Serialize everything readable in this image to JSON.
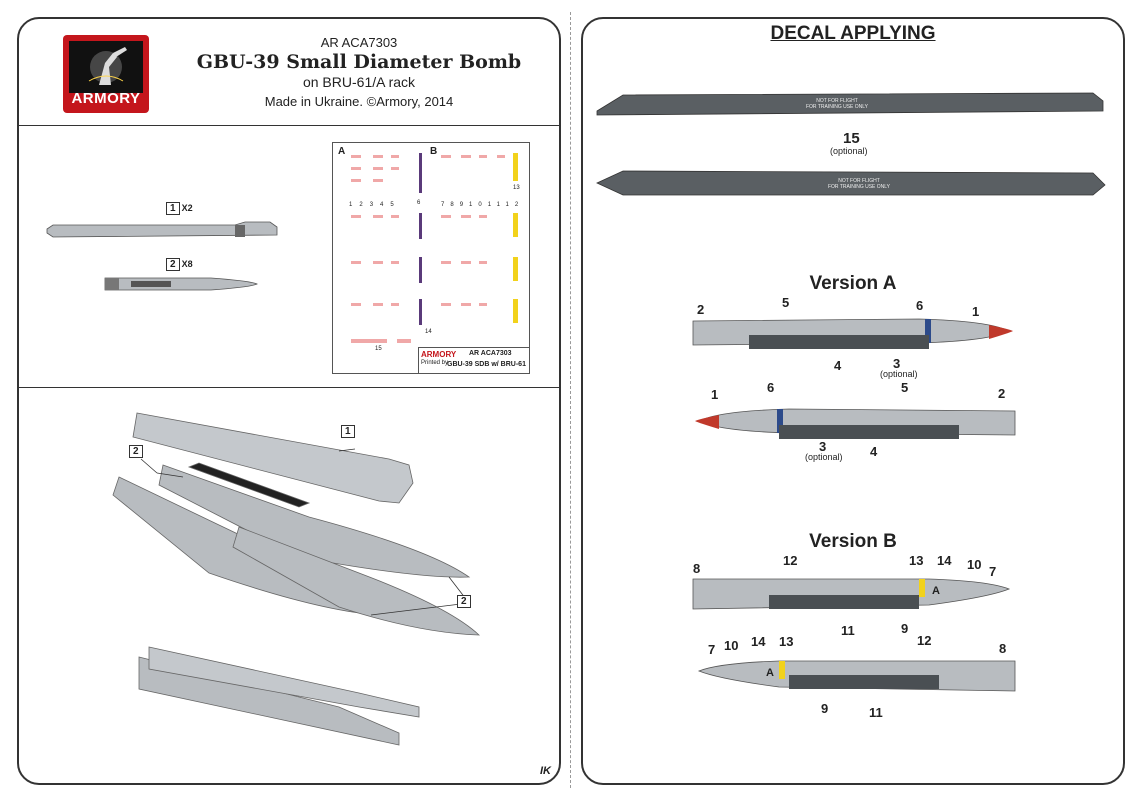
{
  "header": {
    "code": "AR ACA7303",
    "title": "GBU-39 Small Diameter Bomb",
    "subtitle": "on BRU-61/A rack",
    "made": "Made in Ukraine. ©Armory, 2014",
    "logo_text": "ARMORY"
  },
  "parts": {
    "part1": "1",
    "part1_qty": "X2",
    "part2": "2",
    "part2_qty": "X8"
  },
  "decal_sheet": {
    "section_a": "A",
    "section_b": "B",
    "nums_a": [
      "1",
      "2",
      "3",
      "4",
      "5",
      "6"
    ],
    "nums_b": [
      "7",
      "8",
      "9",
      "10",
      "11",
      "12",
      "13"
    ],
    "num14": "14",
    "num15": "15",
    "brand": "ARMORY",
    "printed": "Printed by",
    "code": "AR ACA7303",
    "name": "GBU-39 SDB w/ BRU-61"
  },
  "assembly": {
    "callout1": "1",
    "callout2a": "2",
    "callout2b": "2",
    "mark": "IK"
  },
  "right": {
    "title": "DECAL APPLYING",
    "rack_text1": "NOT FOR FLIGHT",
    "rack_text2": "FOR TRAINING USE ONLY",
    "n15": "15",
    "optional": "(optional)",
    "version_a": "Version A",
    "version_b": "Version B",
    "a_labels": {
      "top": [
        "2",
        "5",
        "6",
        "1"
      ],
      "bottom_top": [
        "1",
        "6",
        "5",
        "2"
      ],
      "n4": "4",
      "n3": "3"
    },
    "b_labels": {
      "n8": "8",
      "n12": "12",
      "n13": "13",
      "n14": "14",
      "n10": "10",
      "n7": "7",
      "n11": "11",
      "n9": "9",
      "letter": "A"
    }
  },
  "colors": {
    "logo_red": "#c4161c",
    "bomb_grey": "#b8bcc0",
    "rack_dark": "#555a5e",
    "nose_red": "#c0392b",
    "band_blue": "#2c4a8a",
    "band_yellow": "#f2d21b"
  }
}
